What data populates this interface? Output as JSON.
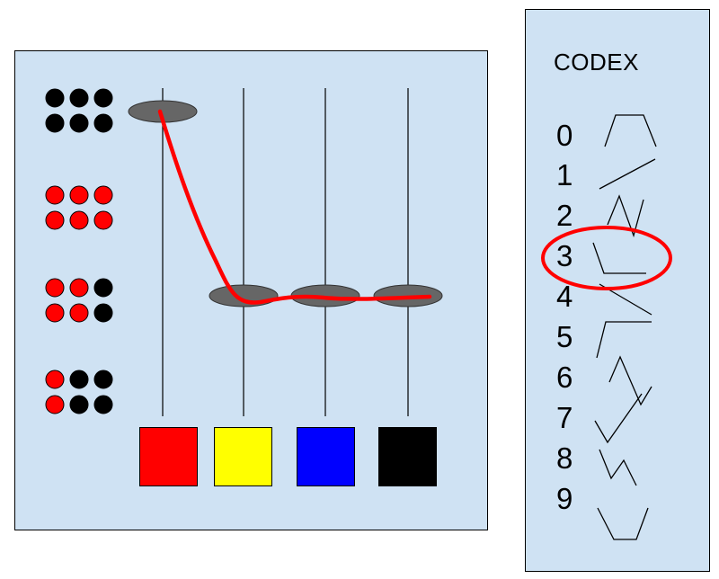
{
  "codex": {
    "title": "CODEX",
    "digits": [
      "0",
      "1",
      "2",
      "3",
      "4",
      "5",
      "6",
      "7",
      "8",
      "9"
    ],
    "highlighted_digit": "3"
  },
  "dot_rows": [
    [
      "#000000",
      "#000000",
      "#000000",
      "#000000",
      "#000000",
      "#000000"
    ],
    [
      "#ff0000",
      "#ff0000",
      "#ff0000",
      "#ff0000",
      "#ff0000",
      "#ff0000"
    ],
    [
      "#ff0000",
      "#ff0000",
      "#000000",
      "#ff0000",
      "#ff0000",
      "#000000"
    ],
    [
      "#ff0000",
      "#000000",
      "#000000",
      "#ff0000",
      "#000000",
      "#000000"
    ]
  ],
  "color_boxes": [
    "#ff0000",
    "#ffff00",
    "#0000ff",
    "#000000"
  ],
  "colors": {
    "panel_bg": "#cfe2f3",
    "marker": "#666666",
    "trace": "#ff0000"
  }
}
